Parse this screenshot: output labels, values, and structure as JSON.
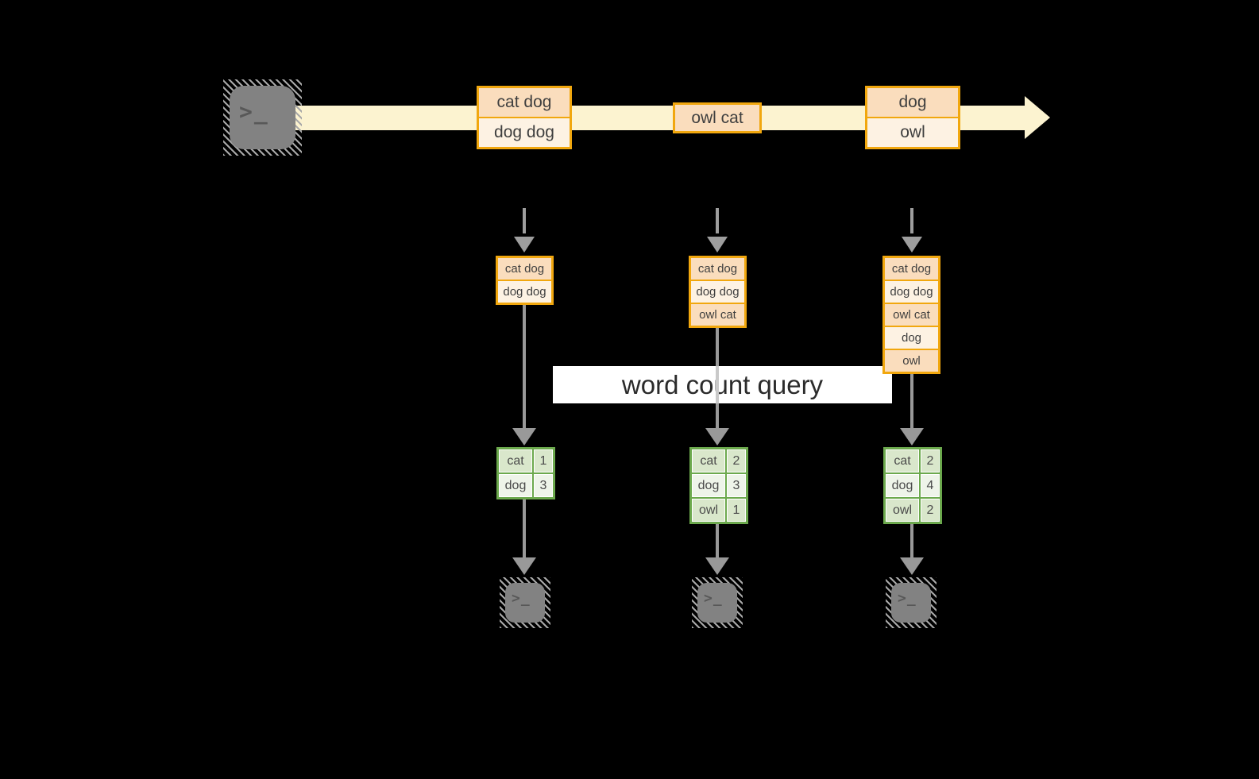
{
  "diagram": {
    "query_label": "word count query",
    "terminal_glyph": ">_",
    "icons": {
      "producer": "terminal-icon",
      "consumer": "terminal-icon",
      "stream": "right-arrow-band",
      "flow": "down-arrow"
    },
    "stream_messages": [
      {
        "lines": [
          "cat dog",
          "dog dog"
        ]
      },
      {
        "lines": [
          "owl cat"
        ]
      },
      {
        "lines": [
          "dog",
          "owl"
        ]
      }
    ],
    "pipelines": [
      {
        "received": [
          "cat dog",
          "dog dog"
        ],
        "counts": [
          {
            "word": "cat",
            "count": "1"
          },
          {
            "word": "dog",
            "count": "3"
          }
        ]
      },
      {
        "received": [
          "cat dog",
          "dog dog",
          "owl cat"
        ],
        "counts": [
          {
            "word": "cat",
            "count": "2"
          },
          {
            "word": "dog",
            "count": "3"
          },
          {
            "word": "owl",
            "count": "1"
          }
        ]
      },
      {
        "received": [
          "cat dog",
          "dog dog",
          "owl cat",
          "dog",
          "owl"
        ],
        "counts": [
          {
            "word": "cat",
            "count": "2"
          },
          {
            "word": "dog",
            "count": "4"
          },
          {
            "word": "owl",
            "count": "2"
          }
        ]
      }
    ],
    "colors": {
      "stream_band": "#FCF3D0",
      "orange_border": "#F1A70E",
      "orange_fill_dark": "#FADDBD",
      "orange_fill_light": "#FDF2E3",
      "green_border": "#6CA94D",
      "green_fill_dark": "#D9E7CB",
      "green_fill_light": "#EEF4E9",
      "arrow_gray": "#999999",
      "terminal_gray": "#828282",
      "query_banner_bg": "#FFFFFF",
      "background": "#000000"
    }
  }
}
